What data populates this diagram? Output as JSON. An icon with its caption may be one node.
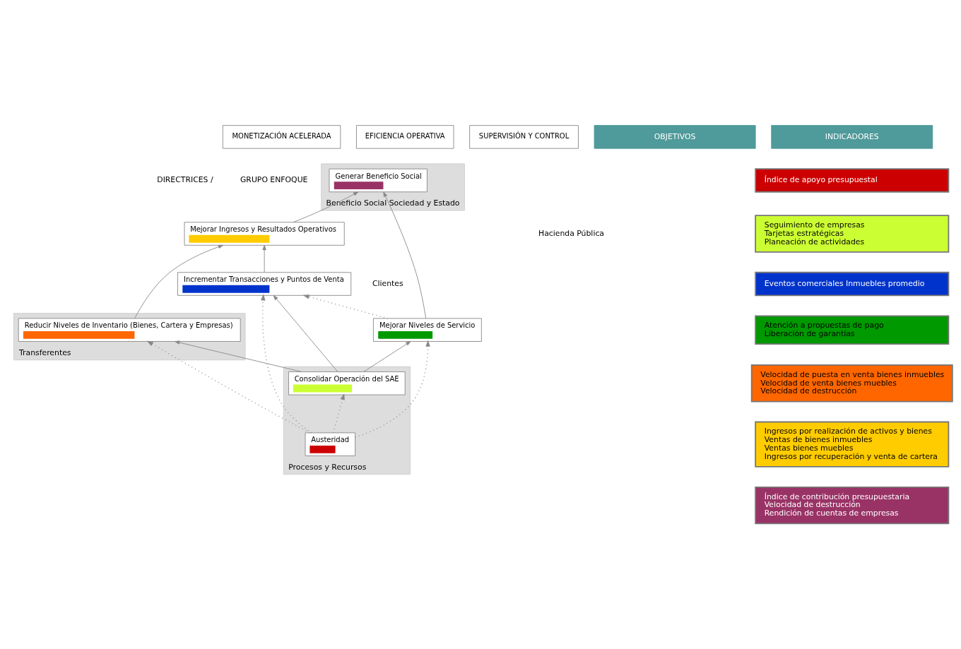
{
  "diagram": {
    "nodes": [
      {
        "text": [
          "MONETIZACIÓN ACELERADA"
        ]
      },
      {
        "text": [
          "EFICIENCIA OPERATIVA"
        ]
      },
      {
        "text": [
          "SUPERVISIÓN Y CONTROL"
        ]
      },
      {
        "text": [
          "OBJETIVOS"
        ]
      },
      {
        "text": [
          "INDICADORES"
        ]
      },
      {
        "text": [
          "Beneficio Social Sociedad y Estado"
        ]
      },
      {
        "text": [
          "Generar Beneficio Social"
        ],
        "in": 5
      },
      {
        "text": [
          "Mejorar Ingresos y Resultados Operativos"
        ]
      },
      {
        "text": [
          "Transferentes"
        ]
      },
      {
        "text": [
          "Reducir Niveles de Inventario (Bienes, Cartera y Empresas)"
        ],
        "in": 8
      },
      {
        "text": [
          "Mejorar Niveles de Servicio"
        ]
      },
      {
        "text": [
          "Incrementar Transacciones y Puntos de Venta"
        ]
      },
      {
        "text": [
          "Procesos y Recursos"
        ]
      },
      {
        "text": [
          "Consolidar Operación del SAE"
        ],
        "in": 12
      },
      {
        "text": [
          "Austeridad"
        ],
        "in": 12
      },
      {
        "text": [
          "Índice de apoyo presupuestal"
        ]
      },
      {
        "text": [
          "Seguimiento de empresas",
          "Tarjetas estratégicas",
          "Planeación de actividades"
        ]
      },
      {
        "text": [
          "Eventos comerciales Inmuebles promedio"
        ]
      },
      {
        "text": [
          "Atención a propuestas de pago",
          "Liberación de garantías"
        ]
      },
      {
        "text": [
          "Velocidad de puesta en venta bienes inmuebles",
          "Velocidad de venta bienes muebles",
          "Velocidad de destrucción"
        ]
      },
      {
        "text": [
          "Ingresos por realización de activos y bienes",
          "Ventas de bienes inmuebles",
          "Ventas bienes muebles",
          "Ingresos por recuperación y venta de cartera"
        ]
      },
      {
        "text": [
          "Índice de contribución presupuestaria",
          "Velocidad de destrucción",
          "Rendición de cuentas de empresas"
        ]
      }
    ],
    "edges": [
      {
        "from": 7,
        "to": 6,
        "arrow": "to"
      },
      {
        "from": 10,
        "to": 6,
        "arrow": "to"
      },
      {
        "from": 9,
        "to": 7,
        "arrow": "to"
      },
      {
        "from": 11,
        "to": 7,
        "arrow": "to"
      },
      {
        "from": 13,
        "to": 9,
        "arrow": "to"
      },
      {
        "from": 13,
        "to": 11,
        "arrow": "to"
      },
      {
        "from": 13,
        "to": 10,
        "arrow": "to"
      },
      {
        "from": 14,
        "to": 13,
        "arrow": "to",
        "style": "dashed"
      },
      {
        "from": 14,
        "to": 9,
        "arrow": "to",
        "style": "dashed"
      },
      {
        "from": 14,
        "to": 11,
        "arrow": "to",
        "style": "dashed"
      },
      {
        "from": 10,
        "to": 11,
        "arrow": "to",
        "style": "dashed"
      },
      {
        "from": 14,
        "to": 10,
        "arrow": "to",
        "style": "dashed"
      }
    ],
    "labels": [
      "DIRECTRICES /",
      "GRUPO ENFOQUE",
      "Hacienda Pública",
      "Clientes"
    ]
  }
}
